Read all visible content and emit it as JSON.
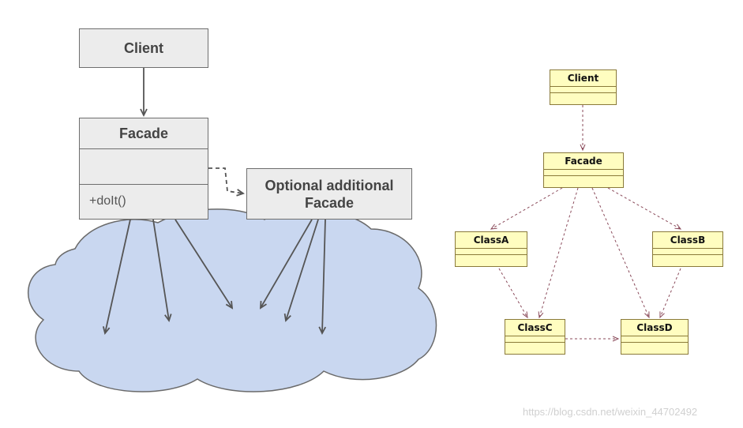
{
  "left_diagram": {
    "client": "Client",
    "facade": {
      "name": "Facade",
      "method": "+doIt()"
    },
    "optional": {
      "line1": "Optional additional",
      "line2": "Facade"
    }
  },
  "right_diagram": {
    "client": "Client",
    "facade": "Facade",
    "class_a": "ClassA",
    "class_b": "ClassB",
    "class_c": "ClassC",
    "class_d": "ClassD"
  },
  "watermark": "https://blog.csdn.net/weixin_44702492",
  "colors": {
    "cloud_fill": "#c9d7f0",
    "box_fill": "#ececec",
    "uml_fill": "#fffdc0",
    "uml_arrow": "#8a4a5a"
  }
}
